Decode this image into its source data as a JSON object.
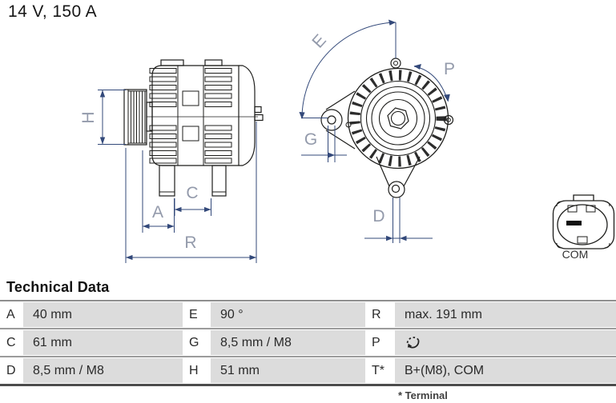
{
  "title": "14 V, 150 A",
  "diagram": {
    "side_view": {
      "description": "alternator side view with dimension lines",
      "labels": {
        "h": "H",
        "c": "C",
        "a": "A",
        "r": "R"
      }
    },
    "front_view": {
      "description": "alternator front view with angle and hole dimensions",
      "labels": {
        "e": "E",
        "g": "G",
        "p": "P",
        "d": "D"
      }
    },
    "connector": {
      "label": "COM"
    }
  },
  "technical_data": {
    "heading": "Technical Data",
    "rows": [
      {
        "c1": {
          "key": "A",
          "value": "40 mm"
        },
        "c2": {
          "key": "E",
          "value": "90 °"
        },
        "c3": {
          "key": "R",
          "value": "max. 191 mm"
        }
      },
      {
        "c1": {
          "key": "C",
          "value": "61 mm"
        },
        "c2": {
          "key": "G",
          "value": "8,5 mm / M8"
        },
        "c3": {
          "key": "P",
          "value": "",
          "icon": "rotation-ccw-icon"
        }
      },
      {
        "c1": {
          "key": "D",
          "value": "8,5 mm / M8"
        },
        "c2": {
          "key": "H",
          "value": "51 mm"
        },
        "c3": {
          "key": "T*",
          "value": "B+(M8), COM"
        }
      }
    ],
    "footnote": "* Terminal"
  },
  "colors": {
    "drawing_line": "#1d1d1b",
    "dimension_line": "#33497a",
    "dimension_label": "#939aab",
    "table_cell_bg": "#dcdcdc",
    "table_rule": "#9b9b9b",
    "table_rule_bottom": "#4c4c4c"
  }
}
